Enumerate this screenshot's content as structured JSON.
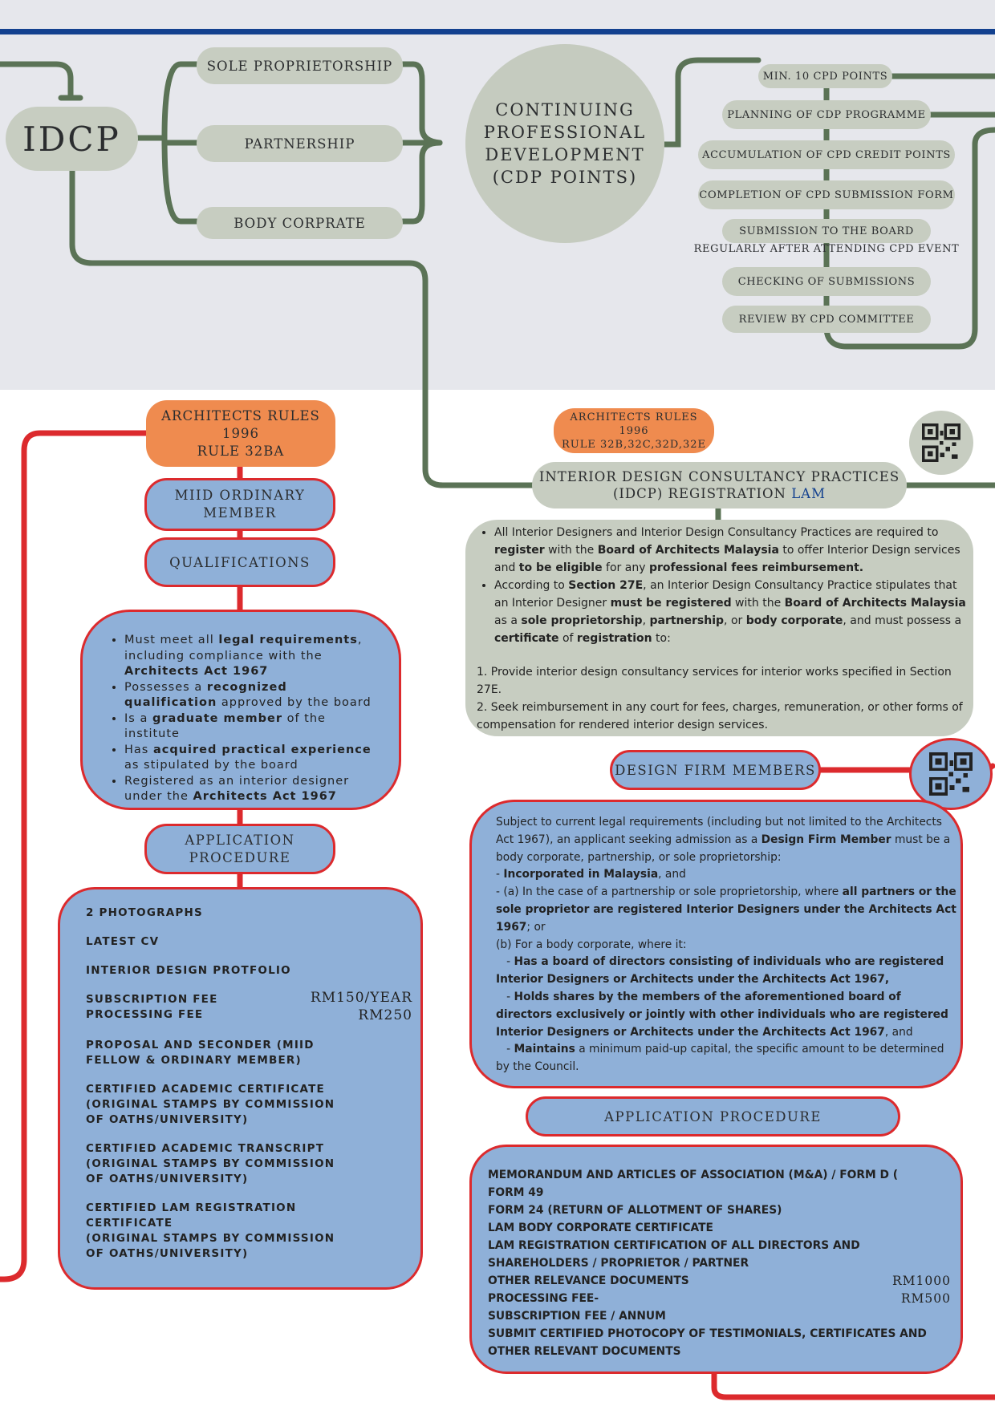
{
  "colors": {
    "top_band": "#e6e7ec",
    "top_rule": "#13418f",
    "green_pill": "#c7cdc1",
    "green_line": "#5b7356",
    "orange": "#ef8b4f",
    "blue_box": "#8fb0d8",
    "red": "#dc2a2d"
  },
  "icons": [
    "qr-code-icon",
    "qr-code-icon"
  ],
  "top": {
    "idcp": "IDCP",
    "entities": [
      "SOLE PROPRIETORSHIP",
      "PARTNERSHIP",
      "BODY CORPRATE"
    ],
    "cpd_circle": [
      "CONTINUING",
      "PROFESSIONAL",
      "DEVELOPMENT",
      "(CDP POINTS)"
    ],
    "cpd_steps": [
      "MIN. 10 CPD POINTS",
      "PLANNING OF CDP PROGRAMME",
      "ACCUMULATION OF CPD CREDIT POINTS",
      "COMPLETION OF CPD SUBMISSION FORM",
      "SUBMISSION TO THE BOARD",
      "REGULARLY AFTER ATTENDING CPD EVENT",
      "CHECKING OF SUBMISSIONS",
      "REVIEW BY CPD COMMITTEE"
    ]
  },
  "left": {
    "rules_title": [
      "ARCHITECTS RULES",
      "1996",
      "RULE 32BA"
    ],
    "member": [
      "MIID ORDINARY",
      "MEMBER"
    ],
    "qualifications": "QUALIFICATIONS",
    "qual_items": [
      [
        "Must meet all ",
        "legal requirements",
        ", including compliance with the ",
        "Architects Act 1967",
        ""
      ],
      [
        "Possesses a ",
        "recognized qualification",
        " approved by the board",
        "",
        ""
      ],
      [
        "Is a ",
        "graduate member",
        " of the institute",
        "",
        ""
      ],
      [
        "Has ",
        "acquired practical experience",
        " as stipulated by the board",
        "",
        ""
      ],
      [
        "Registered as an interior designer under the ",
        "Architects Act 1967",
        "",
        "",
        ""
      ]
    ],
    "app_title": [
      "APPLICATION",
      "PROCEDURE"
    ],
    "app_items": {
      "photos": "2 PHOTOGRAPHS",
      "cv": "LATEST CV",
      "portfolio": "INTERIOR DESIGN PROTFOLIO",
      "sub_fee": "SUBSCRIPTION FEE",
      "proc_fee": "PROCESSING FEE",
      "sub_val": "RM150/YEAR",
      "proc_val": "RM250",
      "proposal": [
        "PROPOSAL AND SECONDER (MIID",
        "FELLOW & ORDINARY MEMBER)"
      ],
      "cert": [
        "CERTIFIED ACADEMIC CERTIFICATE",
        "(ORIGINAL STAMPS BY COMMISSION",
        "OF OATHS/UNIVERSITY)"
      ],
      "transcript": [
        "CERTIFIED ACADEMIC TRANSCRIPT",
        "(ORIGINAL STAMPS BY COMMISSION",
        "OF OATHS/UNIVERSITY)"
      ],
      "lam": [
        "CERTIFIED LAM REGISTRATION",
        "CERTIFICATE",
        "(ORIGINAL STAMPS BY COMMISSION",
        "OF OATHS/UNIVERSITY)"
      ]
    }
  },
  "right": {
    "rules_badge": [
      "ARCHITECTS RULES 1996",
      "RULE 32B,32C,32D,32E"
    ],
    "reg_title_1": "INTERIOR DESIGN CONSULTANCY PRACTICES",
    "reg_title_2": "(IDCP) REGISTRATION ",
    "reg_title_lam": "LAM",
    "reg_bullets": [
      [
        "All Interior Designers and Interior Design Consultancy Practices are required to ",
        "register",
        " with the ",
        "Board of Architects Malaysia",
        " to offer Interior Design services and ",
        "to be eligible",
        " for any ",
        "professional fees reimbursement.",
        ""
      ],
      [
        "According to ",
        "Section 27E",
        ", an Interior Design Consultancy Practice stipulates that an Interior Designer ",
        "must be registered",
        " with the ",
        "Board of Architects Malaysia",
        " as a ",
        "sole proprietorship",
        ", "
      ]
    ],
    "reg_bullet2_tail": [
      "partnership",
      ", or ",
      "body corporate",
      ", and must possess a ",
      "certificate",
      " of ",
      "registration",
      " to:"
    ],
    "reg_numbered": [
      "1. Provide interior design consultancy services for interior works specified in Section 27E.",
      "2. Seek reimbursement in any court for fees, charges, remuneration, or other forms of compensation for rendered interior design services."
    ],
    "firm_title": "DESIGN FIRM MEMBERS",
    "firm": {
      "p1a": "Subject to current legal requirements (including but not limited to the Architects Act 1967), an applicant seeking admission as a ",
      "p1b": "Design Firm Member",
      "p1c": " must be a body corporate, partnership, or sole proprietorship:",
      "p2a": "- ",
      "p2b": "Incorporated in Malaysia",
      "p2c": ", and",
      "p3a": "- (a) In the case of a partnership or sole proprietorship, where ",
      "p3b": "all partners or the sole proprietor are registered Interior Designers under the Architects Act 1967",
      "p3c": "; or",
      "p4": "(b) For a body corporate, where it:",
      "p5a": "- ",
      "p5b": "Has a board of directors consisting of individuals who are registered Interior Designers or Architects under the Architects Act 1967,",
      "p6a": "- ",
      "p6b": "Holds shares by the members of the aforementioned board of directors exclusively or jointly with other individuals who are registered Interior Designers or Architects under the Architects Act 1967",
      "p6c": ", and",
      "p7a": "- ",
      "p7b": "Maintains",
      "p7c": " a minimum paid-up capital, the specific amount to be determined by the Council."
    },
    "app_title": "APPLICATION PROCEDURE",
    "app_lines": [
      "MEMORANDUM AND ARTICLES OF ASSOCIATION (M&A) / FORM D (",
      "FORM 49",
      "FORM 24 (RETURN OF ALLOTMENT OF SHARES)",
      "LAM BODY CORPORATE CERTIFICATE",
      "LAM REGISTRATION CERTIFICATION OF ALL DIRECTORS AND",
      "SHAREHOLDERS / PROPRIETOR / PARTNER",
      "OTHER RELEVANCE DOCUMENTS",
      "PROCESSING FEE-",
      "SUBSCRIPTION FEE / ANNUM",
      "SUBMIT CERTIFIED PHOTOCOPY OF TESTIMONIALS, CERTIFICATES AND",
      "OTHER RELEVANT DOCUMENTS"
    ],
    "fee_1": "RM1000",
    "fee_2": "RM500"
  }
}
